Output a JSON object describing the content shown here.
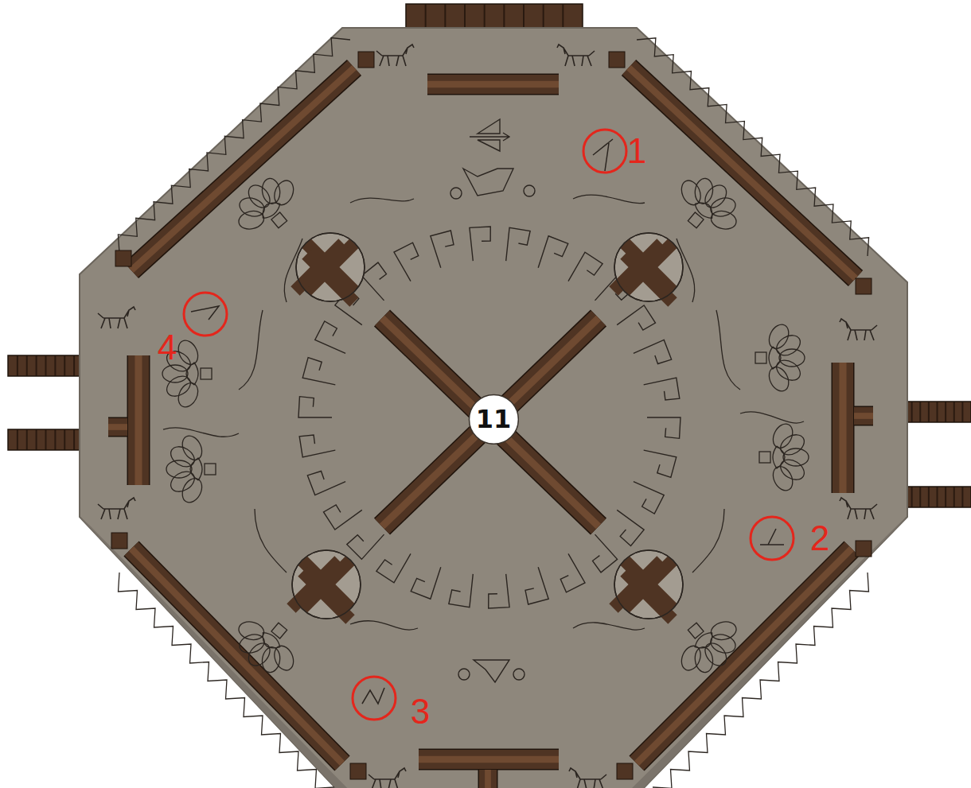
{
  "diagram": {
    "nodes": [
      {
        "text": [
          "11"
        ]
      }
    ],
    "labels": [
      "1",
      "2",
      "3",
      "4"
    ]
  }
}
